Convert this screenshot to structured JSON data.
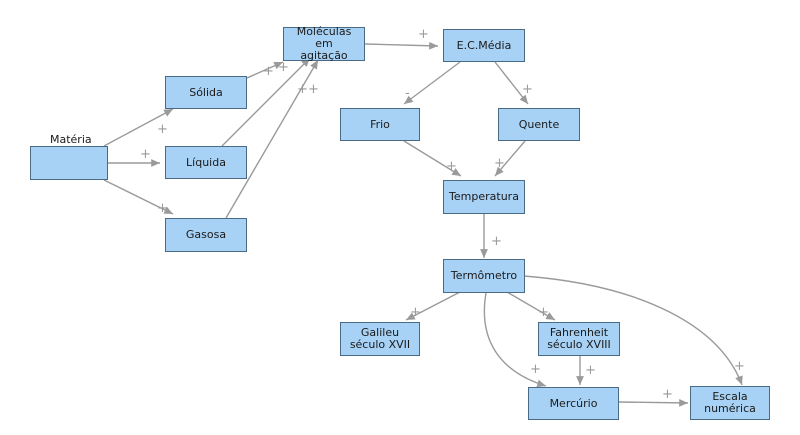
{
  "concepts": {
    "materia": "Matéria",
    "solida": "Sólida",
    "liquida": "Líquida",
    "gasosa": "Gasosa",
    "moleculas": "Moléculas em agitação",
    "ecmedia": "E.C.Média",
    "frio": "Frio",
    "quente": "Quente",
    "temperatura": "Temperatura",
    "termometro": "Termômetro",
    "galileu": "Galileu século XVII",
    "fahrenheit": "Fahrenheit século XVIII",
    "mercurio": "Mercúrio",
    "escala": "Escala numérica"
  },
  "links": [
    {
      "from": "materia",
      "to": "solida",
      "sign": "+"
    },
    {
      "from": "materia",
      "to": "liquida",
      "sign": "+"
    },
    {
      "from": "materia",
      "to": "gasosa",
      "sign": "+"
    },
    {
      "from": "solida",
      "to": "moleculas",
      "sign": "+"
    },
    {
      "from": "liquida",
      "to": "moleculas",
      "sign": "+"
    },
    {
      "from": "gasosa",
      "to": "moleculas",
      "sign": "+"
    },
    {
      "from": "moleculas",
      "to": "ecmedia",
      "sign": "+"
    },
    {
      "from": "ecmedia",
      "to": "frio",
      "sign": "-"
    },
    {
      "from": "ecmedia",
      "to": "quente",
      "sign": "+"
    },
    {
      "from": "frio",
      "to": "temperatura",
      "sign": "+"
    },
    {
      "from": "quente",
      "to": "temperatura",
      "sign": "+"
    },
    {
      "from": "temperatura",
      "to": "termometro",
      "sign": "+"
    },
    {
      "from": "termometro",
      "to": "galileu",
      "sign": "+"
    },
    {
      "from": "termometro",
      "to": "fahrenheit",
      "sign": "+"
    },
    {
      "from": "termometro",
      "to": "mercurio",
      "sign": "+"
    },
    {
      "from": "termometro",
      "to": "escala",
      "sign": "+"
    },
    {
      "from": "fahrenheit",
      "to": "mercurio",
      "sign": "+"
    },
    {
      "from": "mercurio",
      "to": "escala",
      "sign": "+"
    }
  ],
  "colors": {
    "node_fill": "#a8d2f5",
    "node_border": "#4a6a86",
    "edge": "#9a9a9a"
  }
}
